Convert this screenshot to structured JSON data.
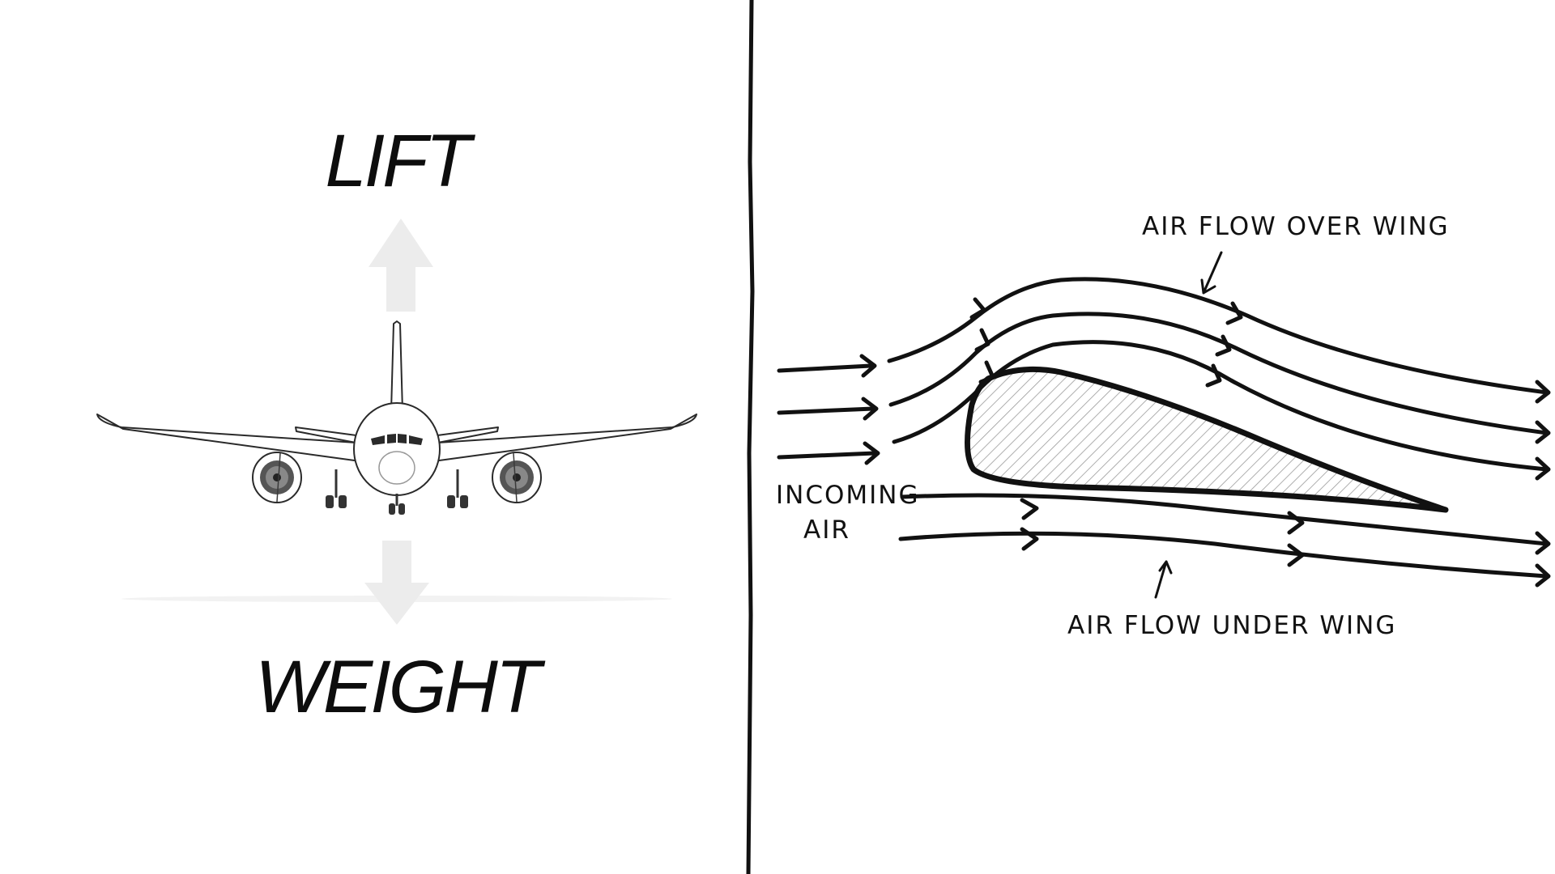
{
  "left_panel": {
    "lift_label": "LIFT",
    "weight_label": "WEIGHT",
    "arrow_color": "#ececec"
  },
  "right_panel": {
    "flow_over_label": "AIR FLOW OVER WING",
    "flow_under_label": "AIR FLOW UNDER WING",
    "incoming_label_line1": "INCOMING",
    "incoming_label_line2": "AIR"
  },
  "icons": [
    "airplane-front-view",
    "up-arrow",
    "down-arrow",
    "airfoil",
    "streamline-arrows"
  ],
  "colors": {
    "ink": "#111111",
    "background": "#ffffff",
    "hatch": "#9a9a9a"
  }
}
